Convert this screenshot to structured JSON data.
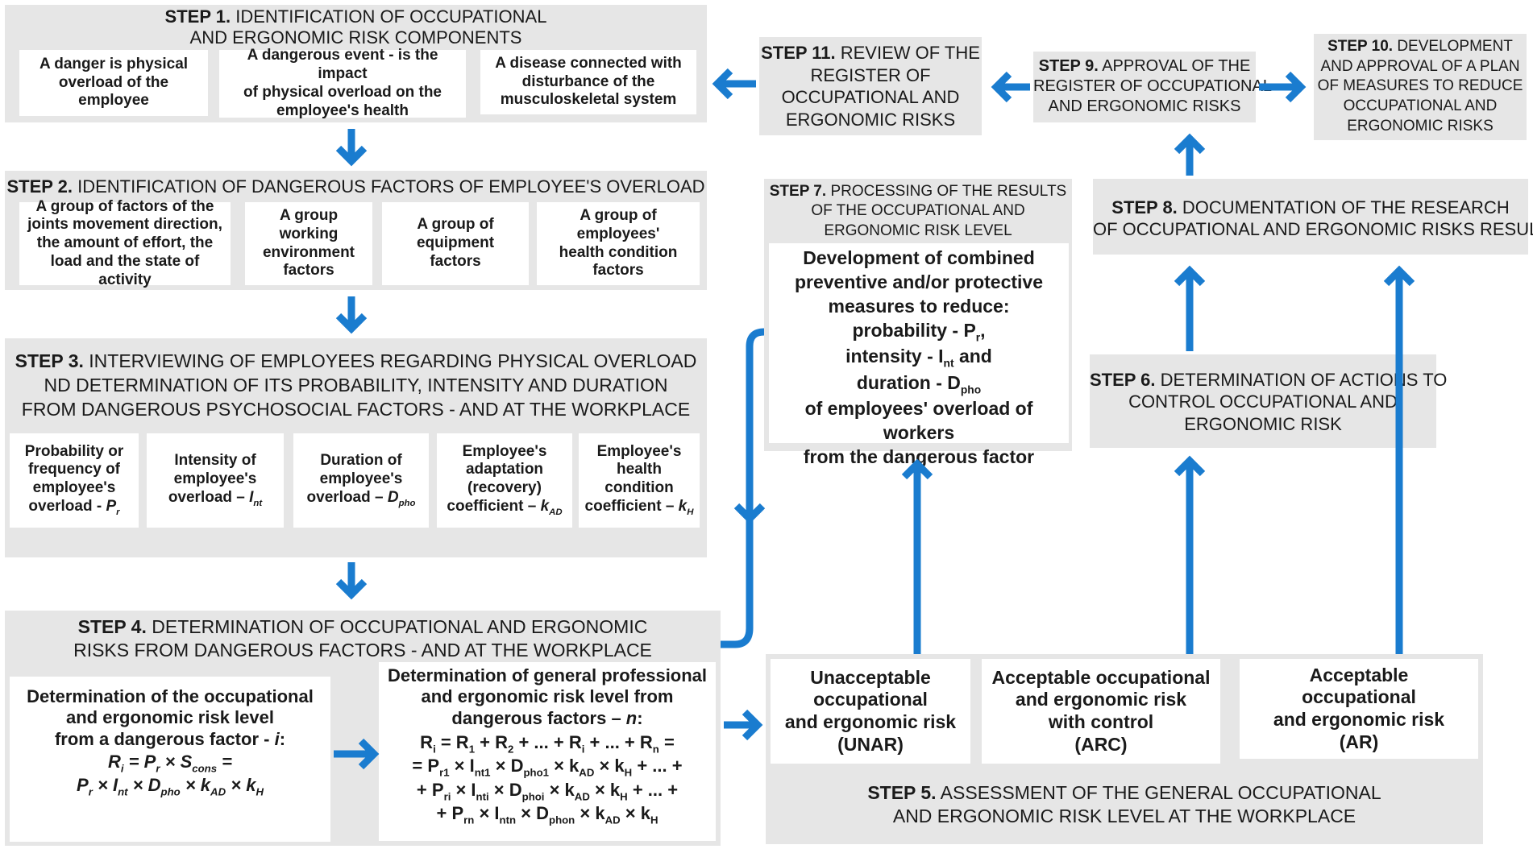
{
  "colors": {
    "arrow": "#1a7ccf",
    "panel": "#e6e6e6",
    "box": "#ffffff",
    "text": "#1a1a1a"
  },
  "step1": {
    "label": "STEP 1.",
    "title1": "IDENTIFICATION OF OCCUPATIONAL",
    "title2": "AND ERGONOMIC RISK COMPONENTS",
    "boxes": [
      [
        "A danger is physical",
        "overload of the",
        "employee"
      ],
      [
        "A dangerous event - is the impact",
        "of physical overload on the",
        "employee's health"
      ],
      [
        "A disease connected with",
        "disturbance of the",
        "musculoskeletal system"
      ]
    ]
  },
  "step2": {
    "label": "STEP 2.",
    "title": "IDENTIFICATION OF DANGEROUS FACTORS OF EMPLOYEE'S OVERLOAD",
    "boxes": [
      [
        "A group of factors of the",
        "joints movement direction,",
        "the amount of effort, the",
        "load and the state of activity"
      ],
      [
        "A group working",
        "environment",
        "factors"
      ],
      [
        "A group of",
        "equipment",
        "factors"
      ],
      [
        "A group of employees'",
        "health condition",
        "factors"
      ]
    ]
  },
  "step3": {
    "label": "STEP 3.",
    "title1": "INTERVIEWING OF EMPLOYEES REGARDING PHYSICAL OVERLOAD",
    "title2": "ND DETERMINATION OF ITS PROBABILITY, INTENSITY AND DURATION",
    "title3": "FROM DANGEROUS PSYCHOSOCIAL FACTORS - AND AT THE WORKPLACE",
    "boxes": [
      {
        "lines": [
          "Probability or",
          "frequency of",
          "employee's",
          "overload - "
        ],
        "sym": "P",
        "sub": "r"
      },
      {
        "lines": [
          "Intensity of",
          "employee's",
          "overload – "
        ],
        "sym": "I",
        "sub": "nt"
      },
      {
        "lines": [
          "Duration of",
          "employee's",
          "overload – "
        ],
        "sym": "D",
        "sub": "pho"
      },
      {
        "lines": [
          "Employee's",
          "adaptation",
          "(recovery)",
          "coefficient – "
        ],
        "sym": "k",
        "sub": "AD"
      },
      {
        "lines": [
          "Employee's",
          "health condition",
          "coefficient – "
        ],
        "sym": "k",
        "sub": "H"
      }
    ]
  },
  "step4": {
    "label": "STEP 4.",
    "title1": "DETERMINATION OF OCCUPATIONAL AND ERGONOMIC",
    "title2": "RISKS FROM DANGEROUS FACTORS - AND AT THE WORKPLACE",
    "left": {
      "lines": [
        "Determination of the occupational",
        "and ergonomic risk level",
        "from a dangerous factor - "
      ],
      "var": "i",
      "f1": {
        "R": "R",
        "i": "i",
        "eq": "=",
        "P": "P",
        "r": "r",
        "x": "×",
        "S": "S",
        "cons": "cons"
      },
      "f2": {
        "P": "P",
        "r": "r",
        "x": "×",
        "I": "I",
        "nt": "nt",
        "D": "D",
        "pho": "pho",
        "k": "k",
        "AD": "AD",
        "H": "H"
      }
    },
    "right": {
      "lines": [
        "Determination of general professional",
        "and ergonomic risk level from",
        "dangerous factors – "
      ],
      "var": "n",
      "f": [
        "R<sub>i</sub> = R<sub>1</sub> + R<sub>2</sub> + ... + R<sub>i</sub> + ... + R<sub>n</sub> =",
        "= P<sub>r1</sub> × I<sub>nt1</sub> × D<sub>pho1</sub> × k<sub>AD</sub> × k<sub>H</sub> + ... +",
        "+ P<sub>ri</sub> × I<sub>nti</sub> × D<sub>phoi</sub> × k<sub>AD</sub> × k<sub>H</sub> + ... +",
        "+ P<sub>rn</sub> × I<sub>ntn</sub> × D<sub>phon</sub> × k<sub>AD</sub> × k<sub>H</sub>"
      ]
    }
  },
  "step5": {
    "label": "STEP 5.",
    "title1": "ASSESSMENT OF THE GENERAL OCCUPATIONAL",
    "title2": "AND ERGONOMIC RISK LEVEL AT THE WORKPLACE",
    "boxes": [
      [
        "Unacceptable",
        "occupational",
        "and ergonomic risk",
        "(UNAR)"
      ],
      [
        "Acceptable occupational",
        "and ergonomic risk",
        "with control",
        "(ARC)"
      ],
      [
        "Acceptable",
        "occupational",
        "and ergonomic risk",
        "(AR)"
      ]
    ]
  },
  "step6": {
    "label": "STEP 6.",
    "title1": "DETERMINATION OF ACTIONS TO",
    "title2": "CONTROL OCCUPATIONAL AND",
    "title3": "ERGONOMIC RISK"
  },
  "step7": {
    "label": "STEP 7.",
    "title1": "PROCESSING OF THE RESULTS",
    "title2": "OF THE OCCUPATIONAL AND",
    "title3": "ERGONOMIC RISK LEVEL",
    "b1": "Development of combined",
    "b2": "preventive and/or protective",
    "b3": "measures to reduce:",
    "b4": "probability - P",
    "b4sub": "r",
    "b4end": ",",
    "b5": "intensity - I",
    "b5sub": "nt",
    "b5end": " and",
    "b6": "duration - D",
    "b6sub": "pho",
    "b7": "of employees' overload of workers",
    "b8": "from the dangerous factor"
  },
  "step8": {
    "label": "STEP 8.",
    "title1": "DOCUMENTATION OF THE RESEARCH",
    "title2": "OF OCCUPATIONAL AND ERGONOMIC RISKS RESULTS"
  },
  "step9": {
    "label": "STEP 9.",
    "title1": "APPROVAL OF THE",
    "title2": "REGISTER OF OCCUPATIONAL",
    "title3": "AND ERGONOMIC RISKS"
  },
  "step10": {
    "label": "STEP 10.",
    "title1": "DEVELOPMENT",
    "title2": "AND APPROVAL OF A PLAN",
    "title3": "OF MEASURES TO REDUCE",
    "title4": "OCCUPATIONAL AND",
    "title5": "ERGONOMIC RISKS"
  },
  "step11": {
    "label": "STEP 11.",
    "title1": "REVIEW OF THE",
    "title2": "REGISTER OF",
    "title3": "OCCUPATIONAL AND",
    "title4": "ERGONOMIC RISKS"
  }
}
